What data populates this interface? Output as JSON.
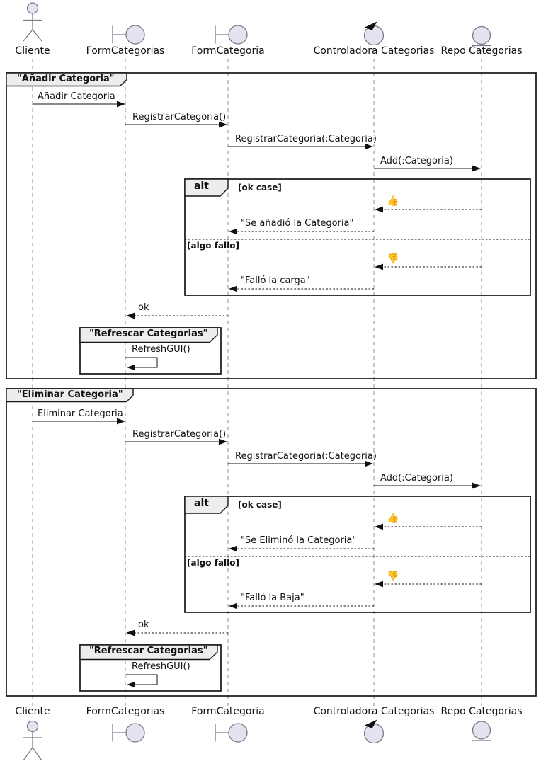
{
  "participants": {
    "cliente": "Cliente",
    "form_categorias": "FormCategorias",
    "form_categoria": "FormCategoria",
    "controladora": "Controladora Categorias",
    "repo": "Repo Categorias"
  },
  "alt": {
    "keyword": "alt",
    "guard_ok": "[ok case]",
    "guard_fail": "[algo fallo]"
  },
  "icons": {
    "thumbs_up": "👍",
    "thumbs_down": "👎"
  },
  "frame1": {
    "title": "\"Añadir Categoria\"",
    "msg_request": "Añadir Categoria",
    "msg_registrar": "RegistrarCategoria()",
    "msg_registrar_param": "RegistrarCategoria(:Categoria)",
    "msg_repo_add": "Add(:Categoria)",
    "ret_success": "\"Se añadió la Categoria\"",
    "ret_fail": "\"Falló la carga\"",
    "ret_ok": "ok",
    "sub_frame_title": "\"Refrescar Categorias\"",
    "msg_refresh": "RefreshGUI()"
  },
  "frame2": {
    "title": "\"Eliminar Categoria\"",
    "msg_request": "Eliminar Categoria",
    "msg_registrar": "RegistrarCategoria()",
    "msg_registrar_param": "RegistrarCategoria(:Categoria)",
    "msg_repo_add": "Add(:Categoria)",
    "ret_success": "\"Se Eliminó la Categoria\"",
    "ret_fail": "\"Falló la Baja\"",
    "ret_ok": "ok",
    "sub_frame_title": "\"Refrescar Categorias\"",
    "msg_refresh": "RefreshGUI()"
  },
  "colors": {
    "participant_fill": "#E2E2F0",
    "participant_stroke": "#7b7b85",
    "frame_stroke": "#161616",
    "tab_fill": "#EDEDED",
    "lifeline": "#8c8c8c",
    "arrow": "#111111"
  }
}
